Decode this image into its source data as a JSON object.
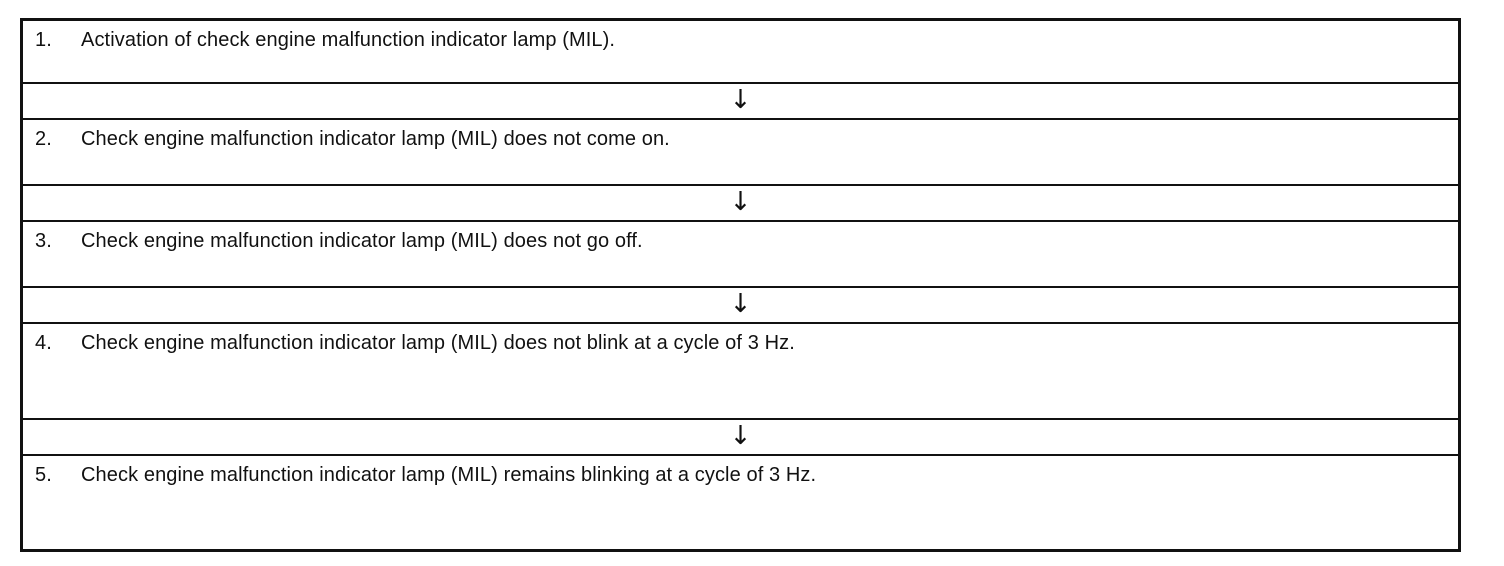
{
  "steps": [
    {
      "num": "1.",
      "text": "Activation of check engine malfunction indicator lamp (MIL)."
    },
    {
      "num": "2.",
      "text": "Check engine malfunction indicator lamp (MIL) does not come on."
    },
    {
      "num": "3.",
      "text": "Check engine malfunction indicator lamp (MIL) does not go off."
    },
    {
      "num": "4.",
      "text": "Check engine malfunction indicator lamp (MIL) does not blink at a cycle of 3 Hz."
    },
    {
      "num": "5.",
      "text": "Check engine malfunction indicator lamp (MIL) remains blinking at a cycle of 3 Hz."
    }
  ],
  "connector": {
    "icon": "down-arrow-icon",
    "glyph": "↓"
  }
}
